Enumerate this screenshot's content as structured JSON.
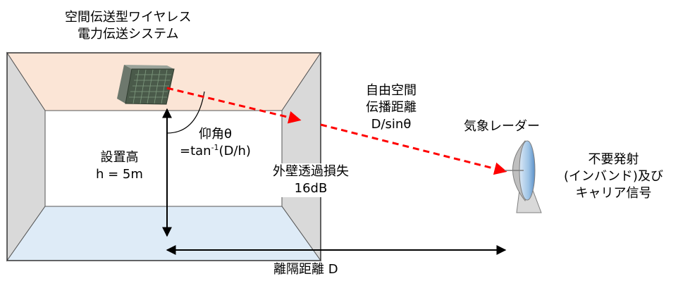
{
  "colors": {
    "ceiling": "#fbe5d6",
    "floor": "#deebf7",
    "side_walls": "#d9d9d9",
    "beam": "#ff0000",
    "antenna_panel": "#4a5a4a",
    "radar_dish_face": "#9dc3e6"
  },
  "icons": {
    "transmitter": "antenna-panel-icon",
    "radar": "weather-radar-dish-icon"
  },
  "system_title": {
    "line1": "空間伝送型ワイヤレス",
    "line2": "電力伝送システム"
  },
  "elevation": {
    "line1": "仰角θ",
    "line2_prefix": "=tan",
    "line2_sup": "-1",
    "line2_suffix": "(D/h)"
  },
  "height": {
    "line1": "設置高",
    "line2": "h = 5m"
  },
  "wall_loss": {
    "line1": "外壁透過損失",
    "line2": "16dB"
  },
  "propagation": {
    "line1": "自由空間",
    "line2": "伝播距離",
    "line3": "D/sinθ"
  },
  "radar_label": "気象レーダー",
  "emission": {
    "line1": "不要発射",
    "line2": "(インバンド)及び",
    "line3": "キャリア信号"
  },
  "distance_label": "離隔距離 D"
}
